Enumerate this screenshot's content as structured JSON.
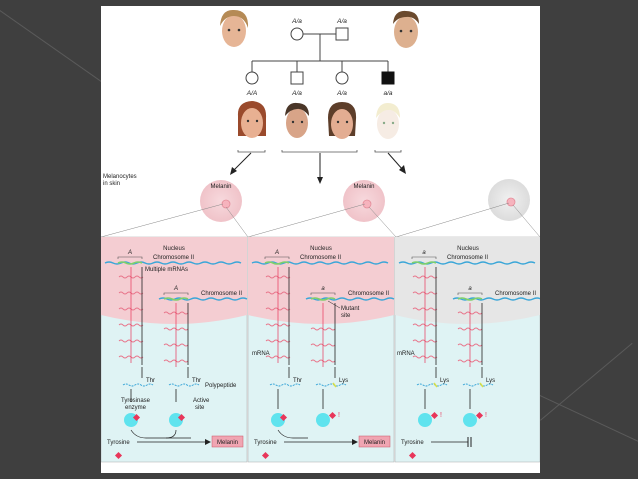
{
  "pedigree": {
    "parents": [
      {
        "genotype": "A/a",
        "sex": "female"
      },
      {
        "genotype": "A/a",
        "sex": "male"
      }
    ],
    "children": [
      {
        "genotype": "A/A",
        "sex": "female",
        "affected": false
      },
      {
        "genotype": "A/a",
        "sex": "male",
        "affected": false
      },
      {
        "genotype": "A/a",
        "sex": "female",
        "affected": false
      },
      {
        "genotype": "a/a",
        "sex": "male",
        "affected": true
      }
    ]
  },
  "labels": {
    "melanocytes": "Melanocytes",
    "in_skin": "in skin",
    "melanin": "Melanin",
    "nucleus": "Nucleus",
    "chromosome": "Chromosome II",
    "multiple_mrnas": "Multiple mRNAs",
    "mutant": "Mutant",
    "site": "site",
    "mrna": "mRNA",
    "polypeptide": "Polypeptide",
    "tyrosinase": "Tyrosinase",
    "enzyme": "enzyme",
    "active": "Active",
    "site2": "site",
    "tyrosine": "Tyrosine",
    "melanin_box": "Melanin",
    "allele_A": "A",
    "allele_a": "a",
    "thr": "Thr",
    "lys": "Lys",
    "exclaim": "!"
  },
  "colors": {
    "slide_bg": "#3f3f3f",
    "panel_bg": "#dff3f4",
    "nucleus_pink": "#f4cdd2",
    "dna_blue": "#3aa6d8",
    "dna_green": "#7fcf6b",
    "mrna_pink": "#e8748a",
    "enzyme_cyan": "#5fe3ee",
    "red_diamond": "#e8365a",
    "melanin_box": "#f0a5b2"
  }
}
